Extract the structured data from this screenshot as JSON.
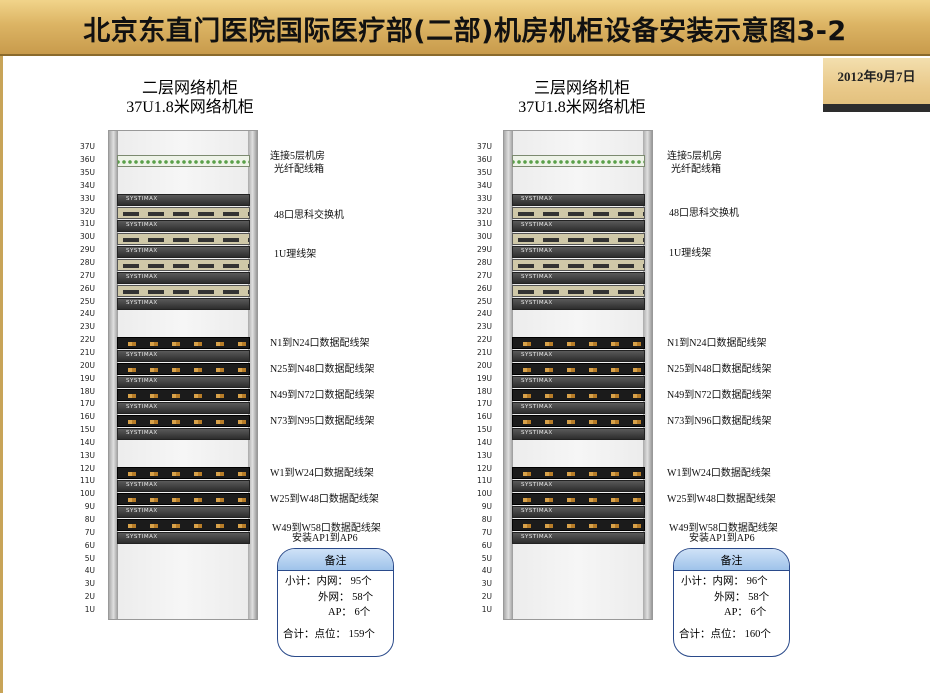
{
  "header": {
    "title": "北京东直门医院国际医疗部(二部)机房机柜设备安装示意图3-2",
    "date": "2012年9月7日"
  },
  "racks": [
    {
      "title": "二层网络机柜",
      "subtitle": "37U1.8米网络机柜",
      "device_label": "SYSTIMAX",
      "annotations": {
        "fiber": "连接5层机房",
        "fiber2": "光纤配线箱",
        "switch": "48口思科交换机",
        "mgmt": "1U理线架",
        "n1": "N1到N24口数据配线架",
        "n2": "N25到N48口数据配线架",
        "n3": "N49到N72口数据配线架",
        "n4": "N73到N95口数据配线架",
        "w1": "W1到W24口数据配线架",
        "w2": "W25到W48口数据配线架",
        "w3": "W49到W58口数据配线架",
        "w4": "安装AP1到AP6"
      },
      "summary": {
        "head": "备注",
        "line1": "小计：内网：  95个",
        "line2": "外网：  58个",
        "line3": "AP：  6个",
        "line4": "合计：点位：  159个"
      }
    },
    {
      "title": "三层网络机柜",
      "subtitle": "37U1.8米网络机柜",
      "device_label": "SYSTIMAX",
      "annotations": {
        "fiber": "连接5层机房",
        "fiber2": "光纤配线箱",
        "switch": "48口思科交换机",
        "mgmt": "1U理线架",
        "n1": "N1到N24口数据配线架",
        "n2": "N25到N48口数据配线架",
        "n3": "N49到N72口数据配线架",
        "n4": "N73到N96口数据配线架",
        "w1": "W1到W24口数据配线架",
        "w2": "W25到W48口数据配线架",
        "w3": "W49到W58口数据配线架",
        "w4": "安装AP1到AP6"
      },
      "summary": {
        "head": "备注",
        "line1": "小计：内网：  96个",
        "line2": "外网：  58个",
        "line3": "AP：  6个",
        "line4": "合计：点位：  160个"
      }
    }
  ],
  "u_labels": [
    "37U",
    "36U",
    "35U",
    "34U",
    "33U",
    "32U",
    "31U",
    "30U",
    "29U",
    "28U",
    "27U",
    "26U",
    "25U",
    "24U",
    "23U",
    "22U",
    "21U",
    "20U",
    "19U",
    "18U",
    "17U",
    "16U",
    "15U",
    "14U",
    "13U",
    "12U",
    "11U",
    "10U",
    "9U",
    "8U",
    "7U",
    "6U",
    "5U",
    "4U",
    "3U",
    "2U",
    "1U"
  ],
  "colors": {
    "title_gold": "#dcb464",
    "summary_border": "#2a4a8a",
    "summary_head": "#9fc3ea",
    "patch_port": "#d8a24a"
  }
}
